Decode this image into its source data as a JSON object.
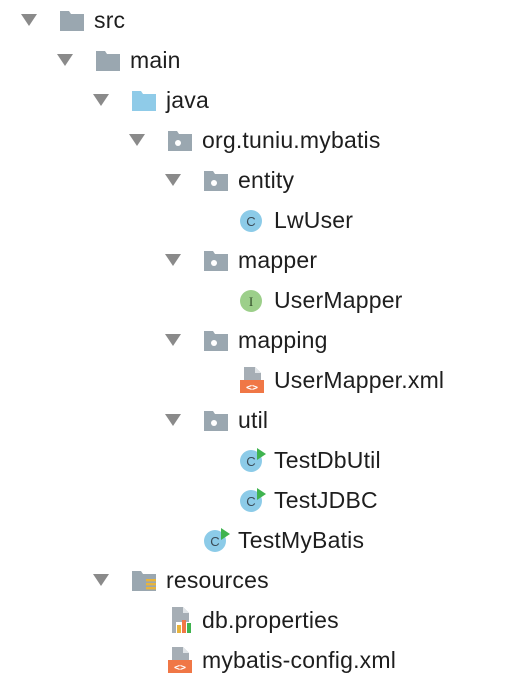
{
  "project_tree": {
    "nodes": [
      {
        "label": "src",
        "icon": "folder-icon",
        "expanded": true
      },
      {
        "label": "main",
        "icon": "folder-icon",
        "expanded": true
      },
      {
        "label": "java",
        "icon": "source-folder-icon",
        "expanded": true
      },
      {
        "label": "org.tuniu.mybatis",
        "icon": "package-icon",
        "expanded": true
      },
      {
        "label": "entity",
        "icon": "package-icon",
        "expanded": true
      },
      {
        "label": "LwUser",
        "icon": "java-class-icon"
      },
      {
        "label": "mapper",
        "icon": "package-icon",
        "expanded": true
      },
      {
        "label": "UserMapper",
        "icon": "java-interface-icon"
      },
      {
        "label": "mapping",
        "icon": "package-icon",
        "expanded": true
      },
      {
        "label": "UserMapper.xml",
        "icon": "xml-file-icon"
      },
      {
        "label": "util",
        "icon": "package-icon",
        "expanded": true
      },
      {
        "label": "TestDbUtil",
        "icon": "runnable-class-icon"
      },
      {
        "label": "TestJDBC",
        "icon": "runnable-class-icon"
      },
      {
        "label": "TestMyBatis",
        "icon": "runnable-class-icon"
      },
      {
        "label": "resources",
        "icon": "resources-folder-icon",
        "expanded": true
      },
      {
        "label": "db.properties",
        "icon": "properties-file-icon"
      },
      {
        "label": "mybatis-config.xml",
        "icon": "xml-file-icon"
      }
    ],
    "icon_glyphs": {
      "class": "C",
      "interface": "I",
      "xml": "<>"
    },
    "colors": {
      "arrow": "#8a8a8a",
      "folder": "#9aa7b0",
      "source_folder": "#8fcbe8",
      "class_badge": "#8ccbe8",
      "interface_badge": "#9ccf8a",
      "run_marker": "#3fb34f",
      "xml_badge": "#f07746",
      "text": "#1e1e1e"
    }
  }
}
